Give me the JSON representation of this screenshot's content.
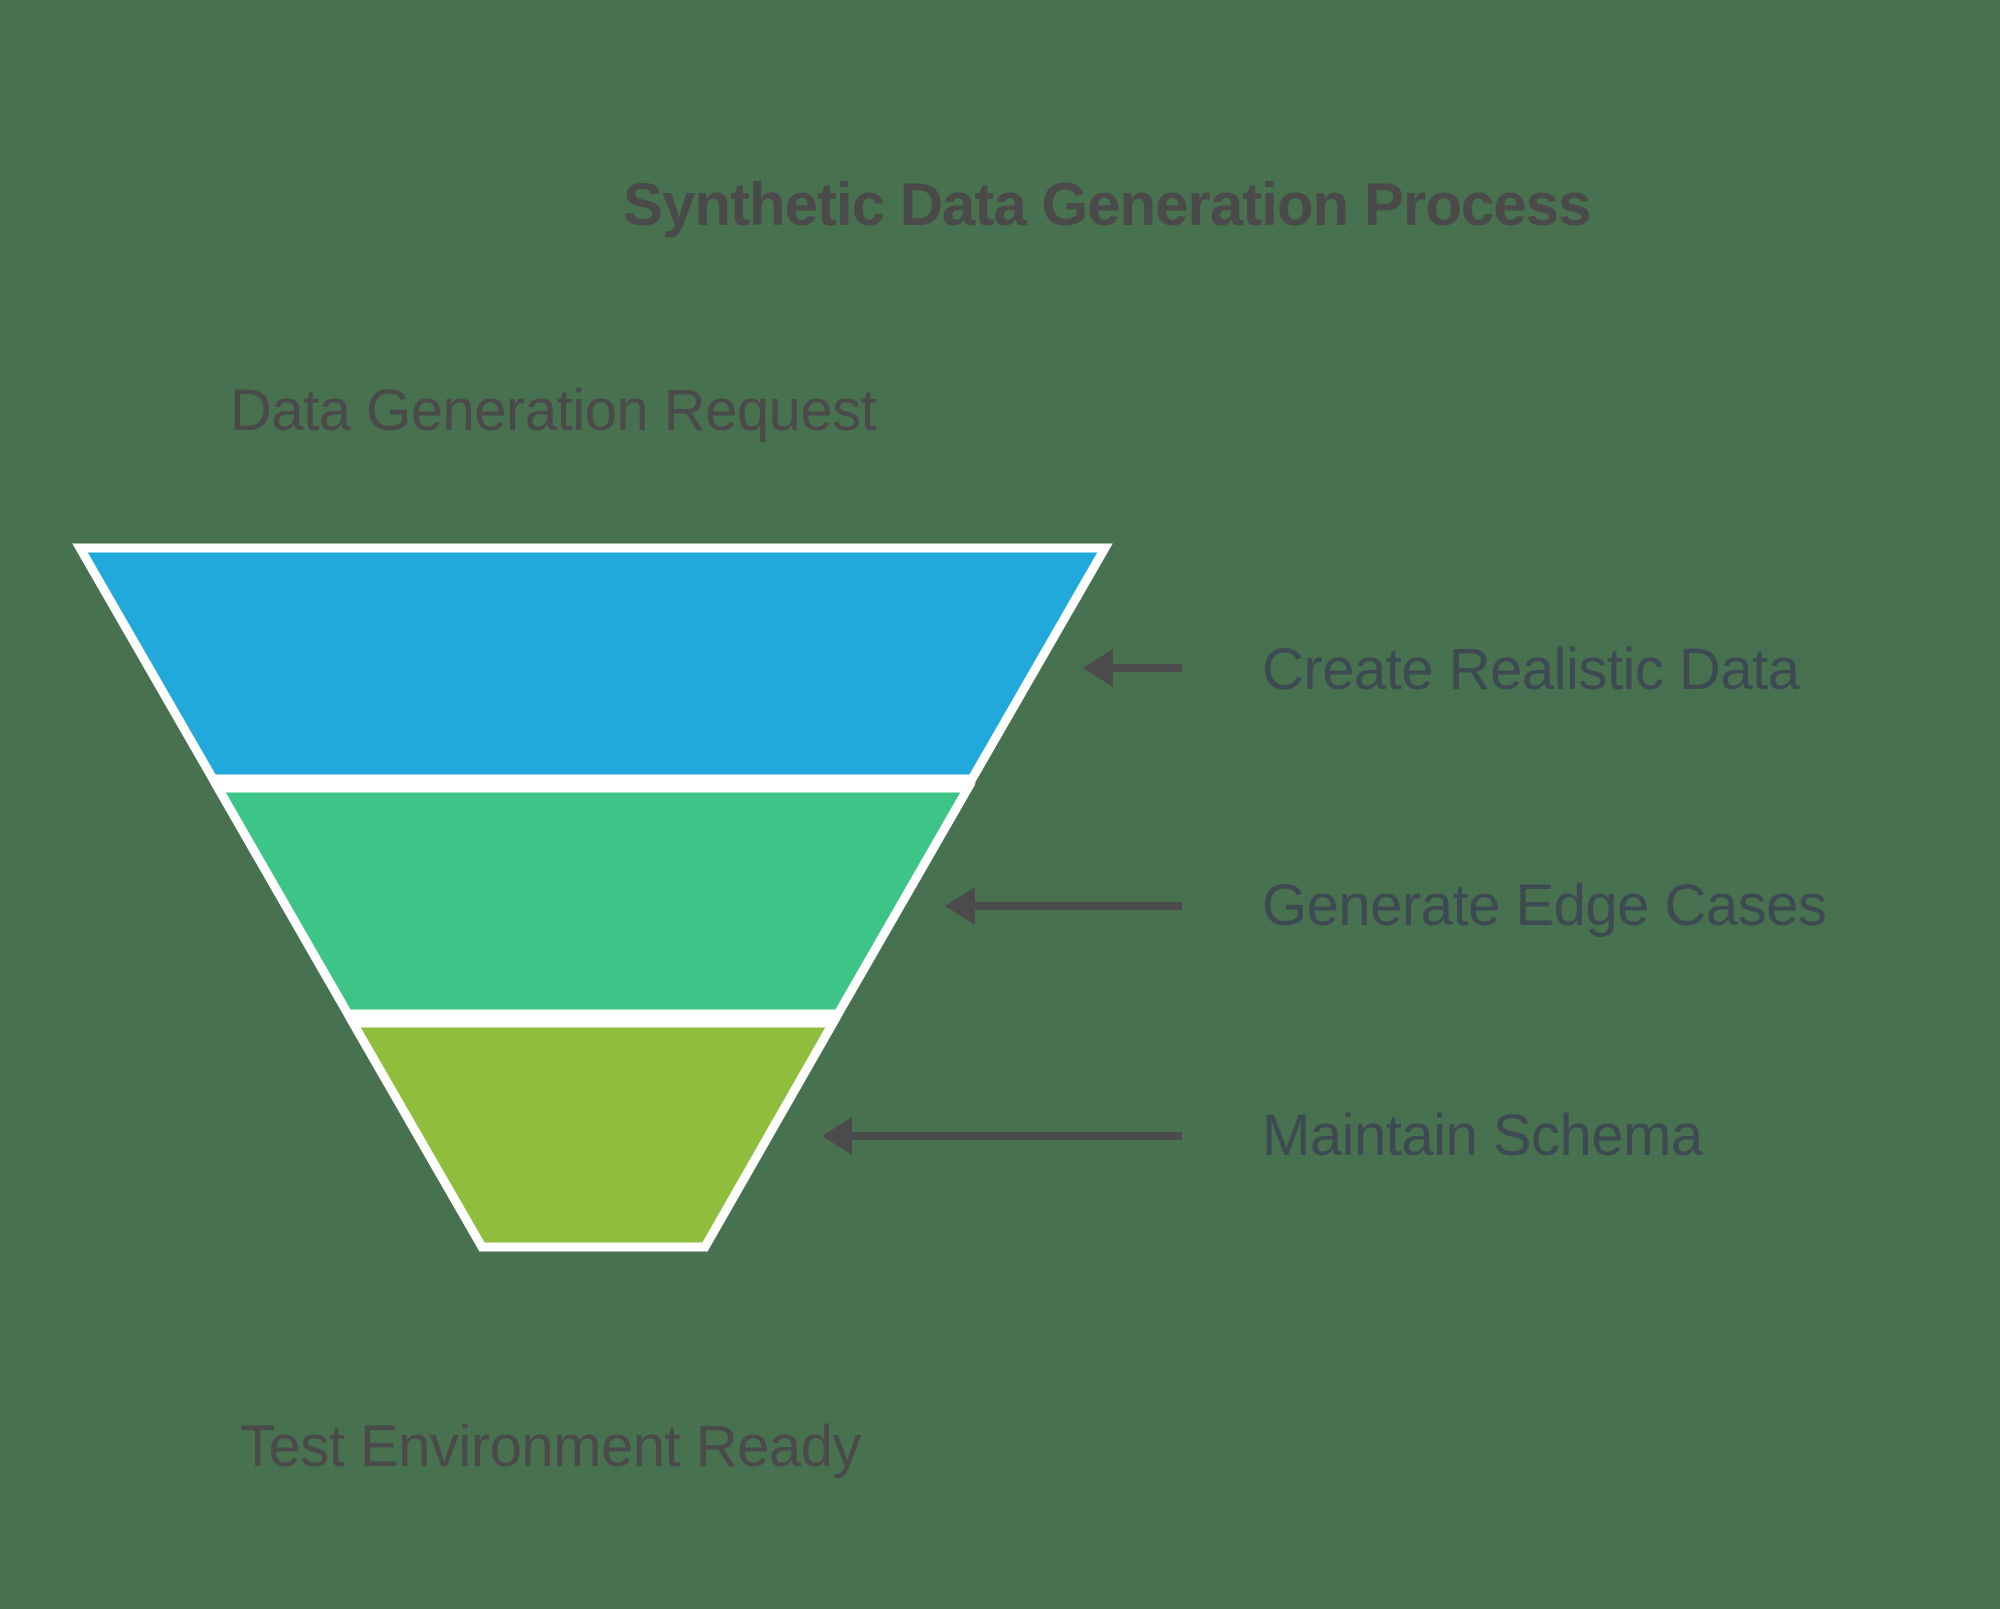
{
  "title": "Synthetic Data Generation Process",
  "labels": {
    "input": "Data Generation Request",
    "output": "Test Environment Ready"
  },
  "funnel": {
    "tiers": [
      {
        "name": "top",
        "label": "Create Realistic Data",
        "color": "#21A9DC"
      },
      {
        "name": "middle",
        "label": "Generate Edge Cases",
        "color": "#3DC487"
      },
      {
        "name": "bottom",
        "label": "Maintain Schema",
        "color": "#8FBE3D"
      }
    ],
    "outline_color": "#FFFFFF"
  },
  "colors": {
    "background": "#48714F",
    "title_text": "#4A4A4A",
    "endpoint_text": "#4A4A4A",
    "step_text": "#3E4A52",
    "arrow": "#4B4B4B"
  }
}
